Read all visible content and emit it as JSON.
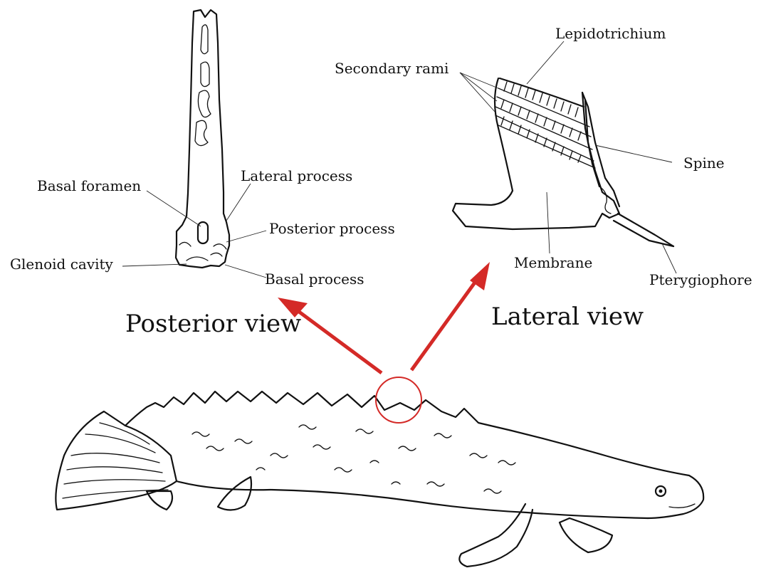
{
  "posterior": {
    "title": "Posterior view",
    "labels": {
      "basal_foramen": "Basal foramen",
      "lateral_process": "Lateral process",
      "posterior_process": "Posterior process",
      "glenoid_cavity": "Glenoid cavity",
      "basal_process": "Basal process"
    }
  },
  "lateral": {
    "title": "Lateral view",
    "labels": {
      "lepidotrichium": "Lepidotrichium",
      "secondary_rami": "Secondary rami",
      "spine": "Spine",
      "membrane": "Membrane",
      "pterygiophore": "Pterygiophore"
    }
  },
  "colors": {
    "arrow": "#d42a27",
    "ink": "#111111",
    "highlight_circle": "#d42a27"
  }
}
